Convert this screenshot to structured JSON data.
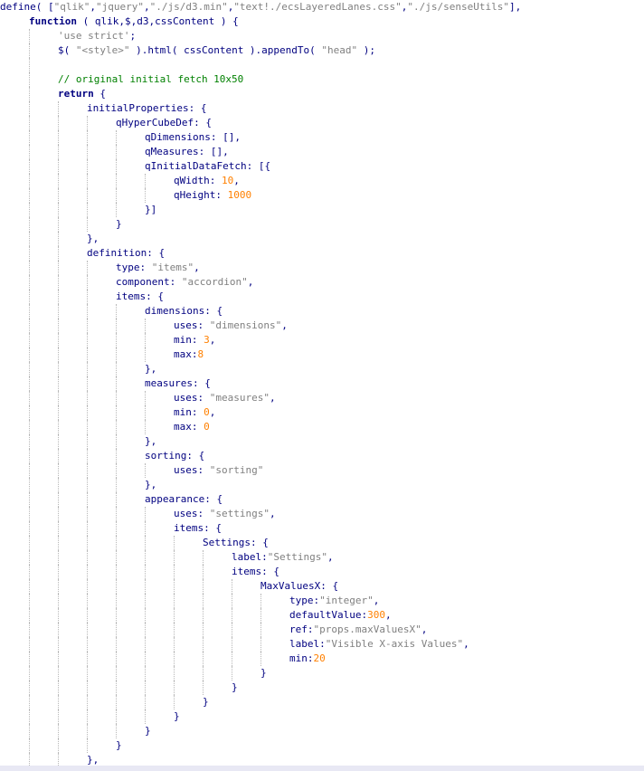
{
  "colors": {
    "keyword": "#000080",
    "string": "#808080",
    "number": "#ff8000",
    "comment": "#008000",
    "background": "#ffffff",
    "indent_guide": "#b8b8b8"
  },
  "lines": [
    {
      "indent": 0,
      "tokens": [
        [
          "p",
          "define( ["
        ],
        [
          "s",
          "\"qlik\""
        ],
        [
          "p",
          ","
        ],
        [
          "s",
          "\"jquery\""
        ],
        [
          "p",
          ","
        ],
        [
          "s",
          "\"./js/d3.min\""
        ],
        [
          "p",
          ","
        ],
        [
          "s",
          "\"text!./ecsLayeredLanes.css\""
        ],
        [
          "p",
          ","
        ],
        [
          "s",
          "\"./js/senseUtils\""
        ],
        [
          "p",
          "],"
        ]
      ]
    },
    {
      "indent": 1,
      "tokens": [
        [
          "k",
          "function"
        ],
        [
          "p",
          " ( qlik,$,d3,cssContent ) {"
        ]
      ]
    },
    {
      "indent": 2,
      "tokens": [
        [
          "s",
          "'use strict'"
        ],
        [
          "p",
          ";"
        ]
      ]
    },
    {
      "indent": 2,
      "tokens": [
        [
          "p",
          "$( "
        ],
        [
          "s",
          "\"<style>\""
        ],
        [
          "p",
          " ).html( cssContent ).appendTo( "
        ],
        [
          "s",
          "\"head\""
        ],
        [
          "p",
          " );"
        ]
      ]
    },
    {
      "indent": 2,
      "tokens": []
    },
    {
      "indent": 2,
      "tokens": [
        [
          "c",
          "// original initial fetch 10x50"
        ]
      ]
    },
    {
      "indent": 2,
      "tokens": [
        [
          "k",
          "return"
        ],
        [
          "p",
          " {"
        ]
      ]
    },
    {
      "indent": 3,
      "tokens": [
        [
          "p",
          "initialProperties: {"
        ]
      ]
    },
    {
      "indent": 4,
      "tokens": [
        [
          "p",
          "qHyperCubeDef: {"
        ]
      ]
    },
    {
      "indent": 5,
      "tokens": [
        [
          "p",
          "qDimensions: [],"
        ]
      ]
    },
    {
      "indent": 5,
      "tokens": [
        [
          "p",
          "qMeasures: [],"
        ]
      ]
    },
    {
      "indent": 5,
      "tokens": [
        [
          "p",
          "qInitialDataFetch: [{"
        ]
      ]
    },
    {
      "indent": 6,
      "tokens": [
        [
          "p",
          "qWidth: "
        ],
        [
          "n",
          "10"
        ],
        [
          "p",
          ","
        ]
      ]
    },
    {
      "indent": 6,
      "tokens": [
        [
          "p",
          "qHeight: "
        ],
        [
          "n",
          "1000"
        ]
      ]
    },
    {
      "indent": 5,
      "tokens": [
        [
          "p",
          "}]"
        ]
      ]
    },
    {
      "indent": 4,
      "tokens": [
        [
          "p",
          "}"
        ]
      ]
    },
    {
      "indent": 3,
      "tokens": [
        [
          "p",
          "},"
        ]
      ]
    },
    {
      "indent": 3,
      "tokens": [
        [
          "p",
          "definition: {"
        ]
      ]
    },
    {
      "indent": 4,
      "tokens": [
        [
          "p",
          "type: "
        ],
        [
          "s",
          "\"items\""
        ],
        [
          "p",
          ","
        ]
      ]
    },
    {
      "indent": 4,
      "tokens": [
        [
          "p",
          "component: "
        ],
        [
          "s",
          "\"accordion\""
        ],
        [
          "p",
          ","
        ]
      ]
    },
    {
      "indent": 4,
      "tokens": [
        [
          "p",
          "items: {"
        ]
      ]
    },
    {
      "indent": 5,
      "tokens": [
        [
          "p",
          "dimensions: {"
        ]
      ]
    },
    {
      "indent": 6,
      "tokens": [
        [
          "p",
          "uses: "
        ],
        [
          "s",
          "\"dimensions\""
        ],
        [
          "p",
          ","
        ]
      ]
    },
    {
      "indent": 6,
      "tokens": [
        [
          "p",
          "min: "
        ],
        [
          "n",
          "3"
        ],
        [
          "p",
          ","
        ]
      ]
    },
    {
      "indent": 6,
      "tokens": [
        [
          "p",
          "max:"
        ],
        [
          "n",
          "8"
        ]
      ]
    },
    {
      "indent": 5,
      "tokens": [
        [
          "p",
          "},"
        ]
      ]
    },
    {
      "indent": 5,
      "tokens": [
        [
          "p",
          "measures: {"
        ]
      ]
    },
    {
      "indent": 6,
      "tokens": [
        [
          "p",
          "uses: "
        ],
        [
          "s",
          "\"measures\""
        ],
        [
          "p",
          ","
        ]
      ]
    },
    {
      "indent": 6,
      "tokens": [
        [
          "p",
          "min: "
        ],
        [
          "n",
          "0"
        ],
        [
          "p",
          ","
        ]
      ]
    },
    {
      "indent": 6,
      "tokens": [
        [
          "p",
          "max: "
        ],
        [
          "n",
          "0"
        ]
      ]
    },
    {
      "indent": 5,
      "tokens": [
        [
          "p",
          "},"
        ]
      ]
    },
    {
      "indent": 5,
      "tokens": [
        [
          "p",
          "sorting: {"
        ]
      ]
    },
    {
      "indent": 6,
      "tokens": [
        [
          "p",
          "uses: "
        ],
        [
          "s",
          "\"sorting\""
        ]
      ]
    },
    {
      "indent": 5,
      "tokens": [
        [
          "p",
          "},"
        ]
      ]
    },
    {
      "indent": 5,
      "tokens": [
        [
          "p",
          "appearance: {"
        ]
      ]
    },
    {
      "indent": 6,
      "tokens": [
        [
          "p",
          "uses: "
        ],
        [
          "s",
          "\"settings\""
        ],
        [
          "p",
          ","
        ]
      ]
    },
    {
      "indent": 6,
      "tokens": [
        [
          "p",
          "items: {"
        ]
      ]
    },
    {
      "indent": 7,
      "tokens": [
        [
          "p",
          "Settings: {"
        ]
      ]
    },
    {
      "indent": 8,
      "tokens": [
        [
          "p",
          "label:"
        ],
        [
          "s",
          "\"Settings\""
        ],
        [
          "p",
          ","
        ]
      ]
    },
    {
      "indent": 8,
      "tokens": [
        [
          "p",
          "items: {"
        ]
      ]
    },
    {
      "indent": 9,
      "tokens": [
        [
          "p",
          "MaxValuesX: {"
        ]
      ]
    },
    {
      "indent": 10,
      "tokens": [
        [
          "p",
          "type:"
        ],
        [
          "s",
          "\"integer\""
        ],
        [
          "p",
          ","
        ]
      ]
    },
    {
      "indent": 10,
      "tokens": [
        [
          "p",
          "defaultValue:"
        ],
        [
          "n",
          "300"
        ],
        [
          "p",
          ","
        ]
      ]
    },
    {
      "indent": 10,
      "tokens": [
        [
          "p",
          "ref:"
        ],
        [
          "s",
          "\"props.maxValuesX\""
        ],
        [
          "p",
          ","
        ]
      ]
    },
    {
      "indent": 10,
      "tokens": [
        [
          "p",
          "label:"
        ],
        [
          "s",
          "\"Visible X-axis Values\""
        ],
        [
          "p",
          ","
        ]
      ]
    },
    {
      "indent": 10,
      "tokens": [
        [
          "p",
          "min:"
        ],
        [
          "n",
          "20"
        ]
      ]
    },
    {
      "indent": 9,
      "tokens": [
        [
          "p",
          "}"
        ]
      ]
    },
    {
      "indent": 8,
      "tokens": [
        [
          "p",
          "}"
        ]
      ]
    },
    {
      "indent": 7,
      "tokens": [
        [
          "p",
          "}"
        ]
      ]
    },
    {
      "indent": 6,
      "tokens": [
        [
          "p",
          "}"
        ]
      ]
    },
    {
      "indent": 5,
      "tokens": [
        [
          "p",
          "}"
        ]
      ]
    },
    {
      "indent": 4,
      "tokens": [
        [
          "p",
          "}"
        ]
      ]
    },
    {
      "indent": 3,
      "tokens": [
        [
          "p",
          "},"
        ]
      ]
    }
  ]
}
